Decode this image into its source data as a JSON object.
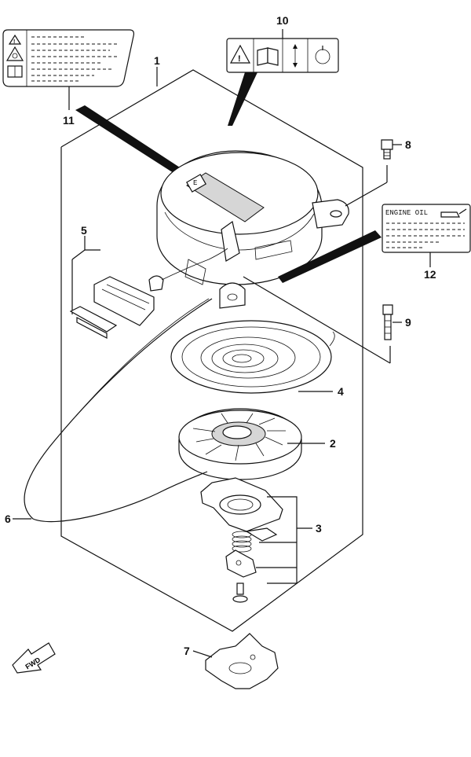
{
  "callouts": {
    "c1": "1",
    "c2": "2",
    "c3": "3",
    "c4": "4",
    "c5": "5",
    "c6": "6",
    "c7": "7",
    "c8": "8",
    "c9": "9",
    "c10": "10",
    "c11": "11",
    "c12": "12"
  },
  "labels": {
    "engine_oil": "ENGINE OIL",
    "fwd": "FWD"
  },
  "icons": [
    "warning-icon",
    "manual-book-icon",
    "arrows-icon",
    "rope-handle-icon",
    "oil-can-icon",
    "fwd-arrow-icon"
  ]
}
